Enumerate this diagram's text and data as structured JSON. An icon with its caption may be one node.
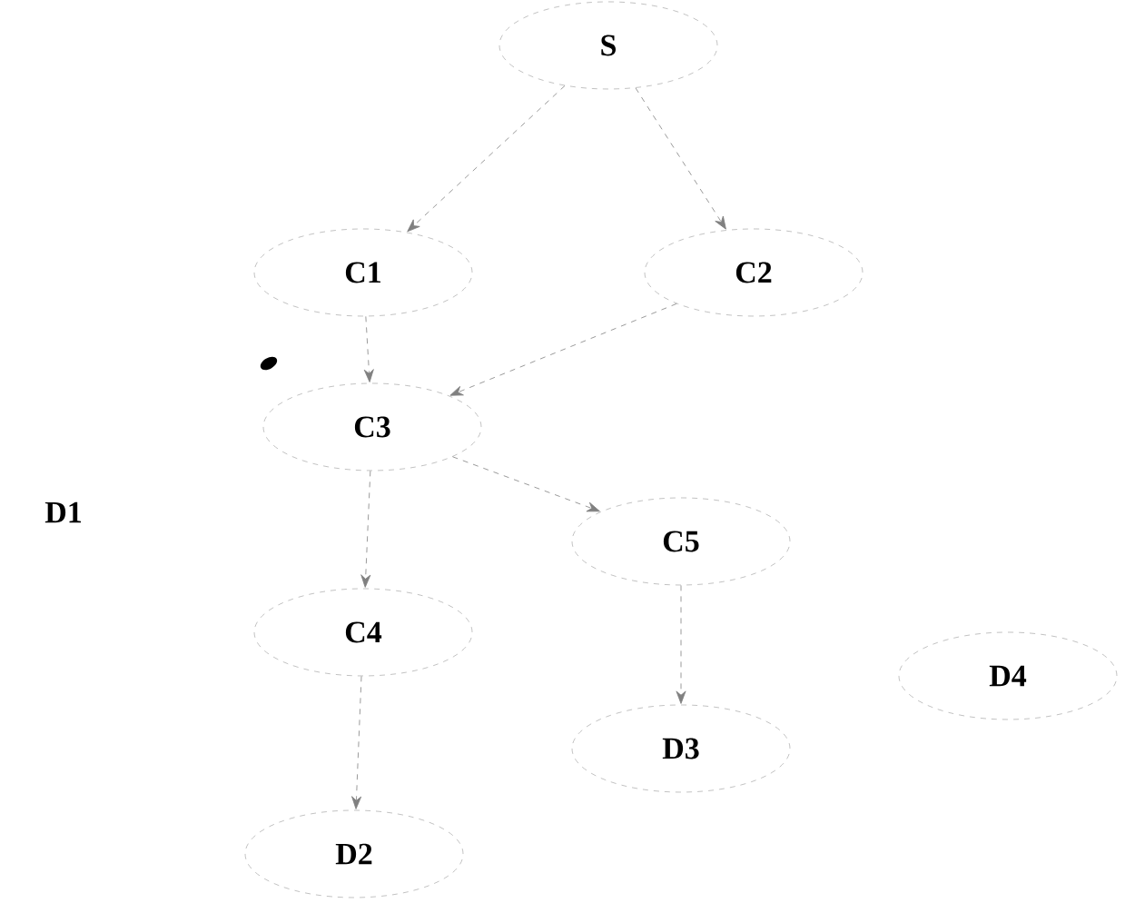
{
  "diagram": {
    "nodes": [
      {
        "text": [
          "S"
        ]
      },
      {
        "text": [
          "C1"
        ]
      },
      {
        "text": [
          "C2"
        ]
      },
      {
        "text": [
          "C3"
        ]
      },
      {
        "text": [
          "C5"
        ]
      },
      {
        "text": [
          "C4"
        ]
      },
      {
        "text": [
          "D4"
        ]
      },
      {
        "text": [
          "D3"
        ]
      },
      {
        "text": [
          "D2"
        ]
      }
    ],
    "edges": [
      {
        "from": 0,
        "to": 1,
        "arrow": "to",
        "style": "dashed"
      },
      {
        "from": 0,
        "to": 2,
        "arrow": "to",
        "style": "dashed"
      },
      {
        "from": 1,
        "to": 3,
        "arrow": "to",
        "style": "dashed"
      },
      {
        "from": 2,
        "to": 3,
        "arrow": "to",
        "style": "dashed"
      },
      {
        "from": 3,
        "to": 5,
        "arrow": "to",
        "style": "dashed"
      },
      {
        "from": 3,
        "to": 4,
        "arrow": "to",
        "style": "dashed"
      },
      {
        "from": 5,
        "to": 8,
        "arrow": "to",
        "style": "dashed"
      },
      {
        "from": 4,
        "to": 7,
        "arrow": "to",
        "style": "dashed"
      }
    ],
    "labels": [
      "D1"
    ]
  }
}
